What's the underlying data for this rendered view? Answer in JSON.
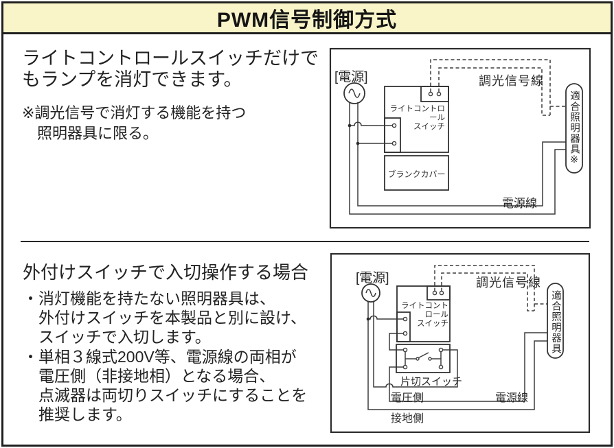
{
  "title": "PWM信号制御方式",
  "colors": {
    "banner_bg": "#faf5c9",
    "border": "#1f1f1f",
    "line": "#3c3c3c",
    "text": "#1d1d1d"
  },
  "section1": {
    "lead": "ライトコントロールスイッチだけで\nもランプを消灯できます。",
    "note": "※調光信号で消灯する機能を持つ\n　照明器具に限る。",
    "diagram": {
      "power_label": "[電源]",
      "signal_line_label": "調光信号線",
      "controller_label": "ライトコントロール\nスイッチ",
      "blank_cover_label": "ブランクカバー",
      "power_line_label": "電源線",
      "fixture_label": "適合照明器具※"
    }
  },
  "section2": {
    "heading": "外付けスイッチで入切操作する場合",
    "bullets": "・消灯機能を持たない照明器具は、\n　外付けスイッチを本製品と別に設け、\n　スイッチで入切します。\n・単相３線式200V等、電源線の両相が\n　電圧側（非接地相）となる場合、\n　点滅器は両切りスイッチにすることを\n　推奨します。",
    "diagram": {
      "power_label": "[電源]",
      "signal_line_label": "調光信号線",
      "controller_label": "ライトコントロール\nスイッチ",
      "switch_label": "片切スイッチ",
      "hot_side_label": "電圧側",
      "power_line_label": "電源線",
      "ground_side_label": "接地側",
      "fixture_label": "適合照明器具"
    }
  }
}
